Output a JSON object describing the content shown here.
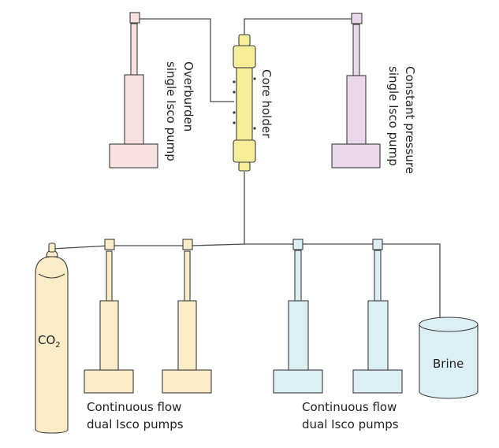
{
  "diagram": {
    "colors": {
      "overburden": "#f7e1e1",
      "constant_pressure": "#ead8ea",
      "core_holder": "#f7ee9a",
      "co2_pumps": "#fbecc8",
      "brine_pumps": "#dbeff5",
      "cylinder": "#fbecc8",
      "brine": "#dbeff5",
      "line": "#4a4a4a"
    },
    "labels": {
      "overburden_line1": "Overburden",
      "overburden_line2": "single Isco pump",
      "core_holder": "Core holder",
      "constant_line1": "Constant pressure",
      "constant_line2": "single Isco pump",
      "co2_main": "CO",
      "co2_sub": "2",
      "brine": "Brine",
      "left_pumps_line1": "Continuous flow",
      "left_pumps_line2": "dual Isco pumps",
      "right_pumps_line1": "Continuous flow",
      "right_pumps_line2": "dual Isco pumps"
    }
  }
}
